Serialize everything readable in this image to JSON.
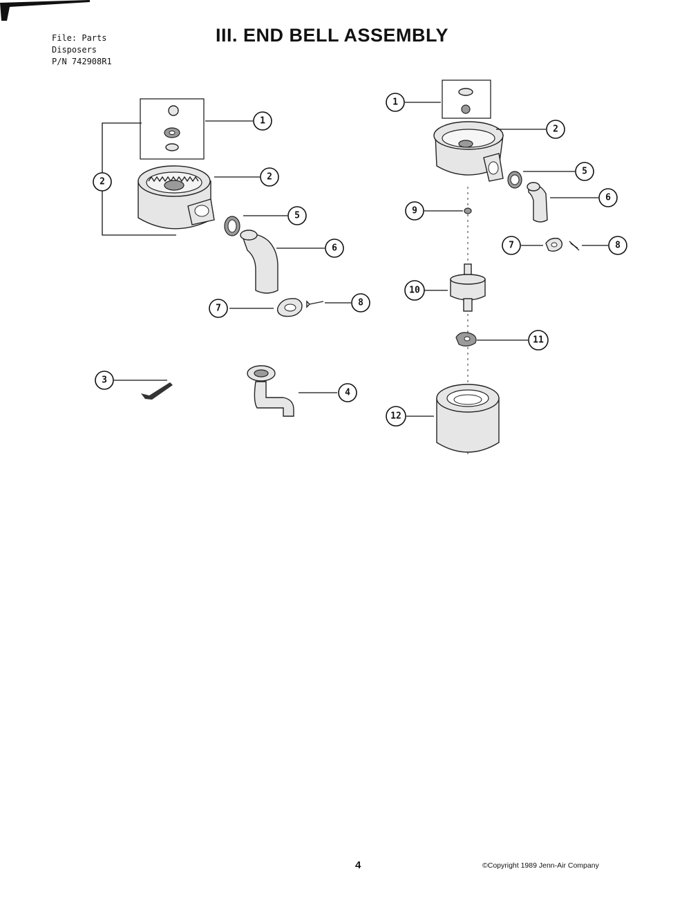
{
  "header": {
    "file_label": "File: Parts",
    "category": "Disposers",
    "part_number": "P/N 742908R1"
  },
  "title": "III. END BELL ASSEMBLY",
  "callouts": {
    "left": [
      "1",
      "2",
      "2",
      "5",
      "6",
      "7",
      "8",
      "3",
      "4"
    ],
    "right": [
      "1",
      "2",
      "5",
      "6",
      "9",
      "7",
      "8",
      "10",
      "11",
      "12"
    ]
  },
  "footer": {
    "page_number": "4",
    "copyright": "©Copyright 1989 Jenn-Air Company"
  }
}
